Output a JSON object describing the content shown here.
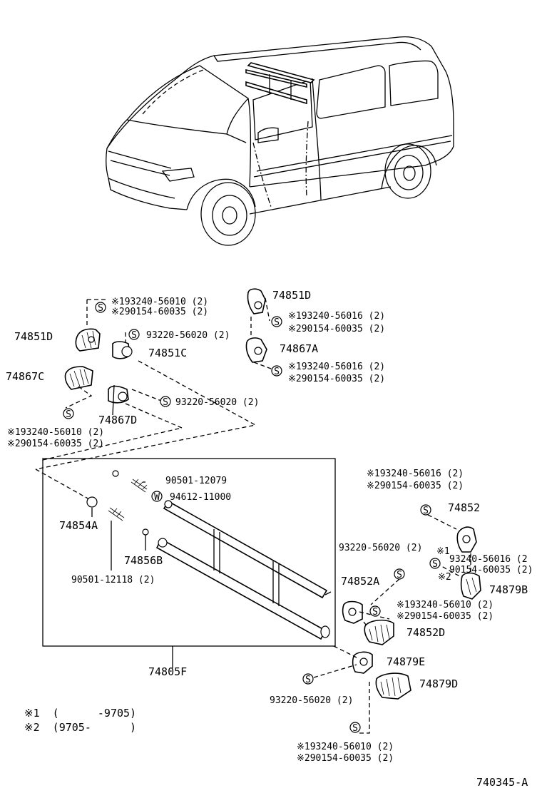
{
  "callouts": {
    "c_74851D_top": "74851D",
    "c_74851D_left": "74851D",
    "c_74851C": "74851C",
    "c_74867C": "74867C",
    "c_74867D": "74867D",
    "c_74867A": "74867A",
    "c_74854A": "74854A",
    "c_74856B": "74856B",
    "c_74805F": "74805F",
    "c_74852": "74852",
    "c_74852A": "74852A",
    "c_74852D": "74852D",
    "c_74879B": "74879B",
    "c_74879E": "74879E",
    "c_74879D": "74879D",
    "c_90501_12079": "90501-12079",
    "c_94612_11000": "94612-11000",
    "c_90501_12118": "90501-12118 (2)",
    "c_93220_a": "93220-56020 (2)",
    "c_93220_b": "93220-56020 (2)",
    "c_93220_c": "93220-56020 (2)",
    "c_93220_d": "93220-56020 (2)",
    "c_93240": "93240-56016 (2",
    "c_90154": "90154-60035 (2)",
    "mark_1": "※1",
    "mark_2": "※2"
  },
  "pairs": {
    "p1a": "※193240-56010 (2)",
    "p1b": "※290154-60035 (2)",
    "p2a": "※193240-56016 (2)",
    "p2b": "※290154-60035 (2)",
    "p3a": "※193240-56016 (2)",
    "p3b": "※290154-60035 (2)",
    "p4a": "※193240-56010 (2)",
    "p4b": "※290154-60035 (2)",
    "p5a": "※193240-56016 (2)",
    "p5b": "※290154-60035 (2)",
    "p6a": "※193240-56010 (2)",
    "p6b": "※290154-60035 (2)",
    "p7a": "※193240-56010 (2)",
    "p7b": "※290154-60035 (2)"
  },
  "symbols": {
    "s": "S",
    "w": "W"
  },
  "legend": {
    "line1": "※1  (      -9705)",
    "line2": "※2  (9705-      )"
  },
  "diagram_id": "740345-A"
}
